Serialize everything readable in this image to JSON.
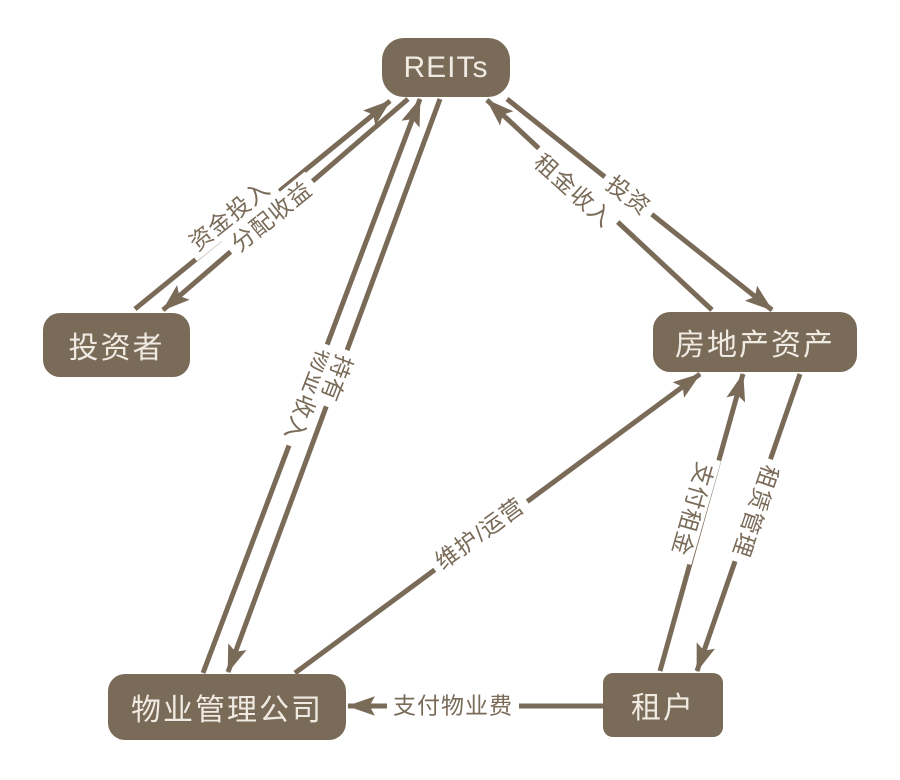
{
  "diagram": {
    "background_color": "#ffffff",
    "accent_color": "#7a6b59",
    "node_text_color": "#f0ebe2",
    "nodes": [
      {
        "id": "reits",
        "label": "REITs"
      },
      {
        "id": "investors",
        "label": "投资者"
      },
      {
        "id": "real-estate-assets",
        "label": "房地产资产"
      },
      {
        "id": "property-management-company",
        "label": "物业管理公司"
      },
      {
        "id": "tenants",
        "label": "租户"
      }
    ],
    "edges": [
      {
        "from": "投资者",
        "to": "REITs",
        "label": "资金投入"
      },
      {
        "from": "REITs",
        "to": "投资者",
        "label": "分配收益"
      },
      {
        "from": "物业管理公司",
        "to": "REITs",
        "label": "物业收入"
      },
      {
        "from": "REITs",
        "to": "物业管理公司",
        "label": "持有"
      },
      {
        "from": "房地产资产",
        "to": "REITs",
        "label": "租金收入"
      },
      {
        "from": "REITs",
        "to": "房地产资产",
        "label": "投资"
      },
      {
        "from": "物业管理公司",
        "to": "房地产资产",
        "label": "维护/运营"
      },
      {
        "from": "租户",
        "to": "房地产资产",
        "label": "支付租金"
      },
      {
        "from": "房地产资产",
        "to": "租户",
        "label": "租赁管理"
      },
      {
        "from": "租户",
        "to": "物业管理公司",
        "label": "支付物业费"
      }
    ]
  }
}
